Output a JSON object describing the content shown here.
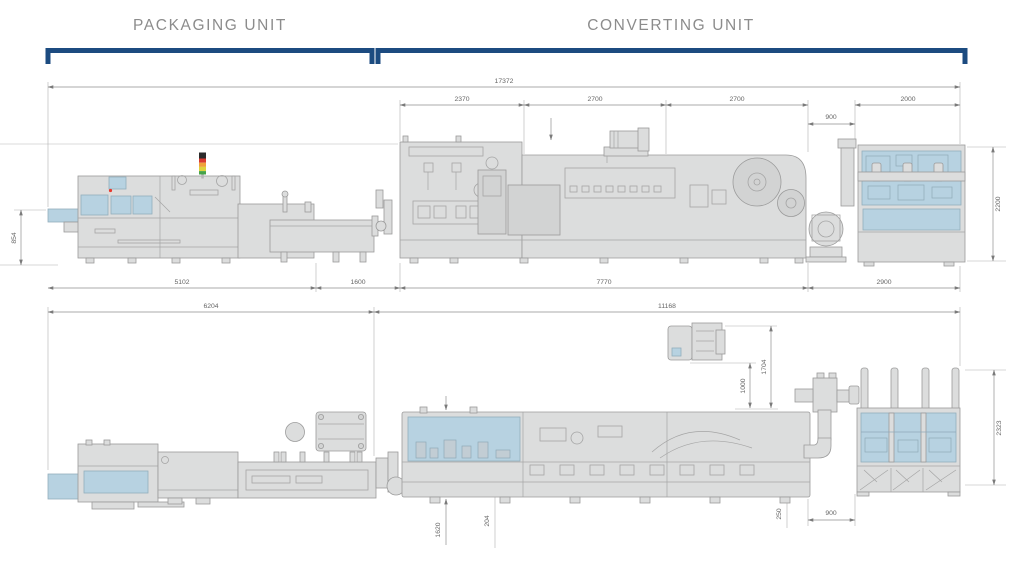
{
  "titles": {
    "packaging": "PACKAGING UNIT",
    "converting": "CONVERTING UNIT"
  },
  "colors": {
    "bracket": "#1c4b80",
    "title_text": "#8c8c8c",
    "dim_text": "#666666",
    "machine_fill": "#dcdddd",
    "machine_stroke": "#9b9b9b",
    "glass_fill": "#b7d2e1",
    "signal_black": "#2b2b2b",
    "signal_red": "#d93a30",
    "signal_amber": "#f0a13a",
    "signal_yellow": "#ded33c",
    "signal_green": "#45a349",
    "status_dot_red": "#e8392e"
  },
  "side_view": {
    "dims": {
      "overall": "17372",
      "segment_1": "2370",
      "segment_2": "2700",
      "segment_3": "2700",
      "gap": "900",
      "cabinet_width": "2000",
      "outfeed_height": "854",
      "cabinet_height": "2200",
      "packaging_length": "5102",
      "infeed_length": "1600",
      "converting_length": "7770",
      "cabinet_footprint": "2900"
    }
  },
  "plan_view": {
    "dims": {
      "packaging_length": "6204",
      "converting_length": "11168",
      "pump_offset_outer": "1704",
      "pump_offset_inner": "1000",
      "cabinet_depth": "2323",
      "leader_left": "1620",
      "leader_center": "204",
      "leader_right": "250",
      "gap": "900"
    }
  }
}
